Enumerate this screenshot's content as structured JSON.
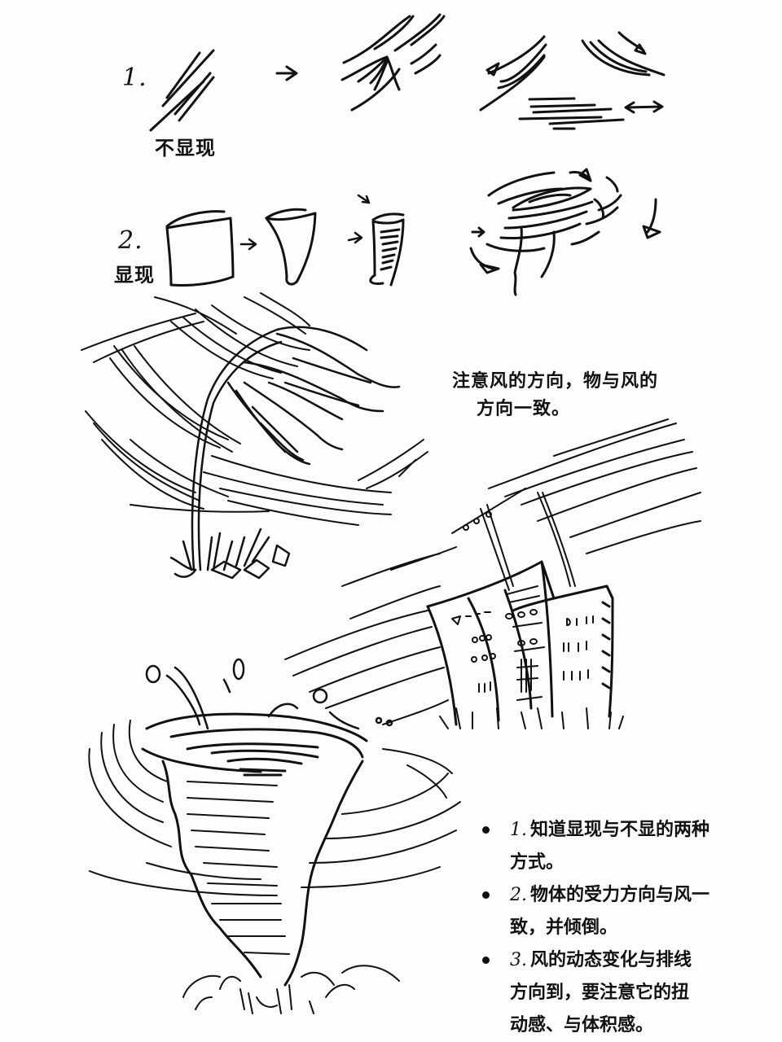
{
  "sketch": {
    "section1": {
      "number": "1.",
      "label": "不显现",
      "steps": [
        "straight-wind-lines",
        "wind-lines-around-object",
        "curved-wind-lines-with-arrows",
        "horizontal-wind-lines-double-arrow"
      ]
    },
    "section2": {
      "number": "2.",
      "label": "显现",
      "steps": [
        "cylinder",
        "tapered-cone",
        "shaded-twisted-cone",
        "tornado-vortex"
      ]
    },
    "annotation": {
      "line1": "注意风的方向，物与风的",
      "line2": "方向一致。"
    },
    "illustrations": [
      "wind-bent-willow-tree",
      "buildings-in-wind-with-utility-poles",
      "tornado-with-debris"
    ],
    "notes": [
      {
        "number": "1.",
        "text_line1": "知道显现与不显的两种",
        "text_line2": "方式。"
      },
      {
        "number": "2.",
        "text_line1": "物体的受力方向与风一",
        "text_line2": "致，并倾倒。"
      },
      {
        "number": "3.",
        "text_line1": "风的动态变化与排线",
        "text_line2": "方向到，要注意它的扭",
        "text_line3": "动感、与体积感。"
      }
    ],
    "colors": {
      "ink": "#111111",
      "paper": "#fdfdfd"
    }
  }
}
